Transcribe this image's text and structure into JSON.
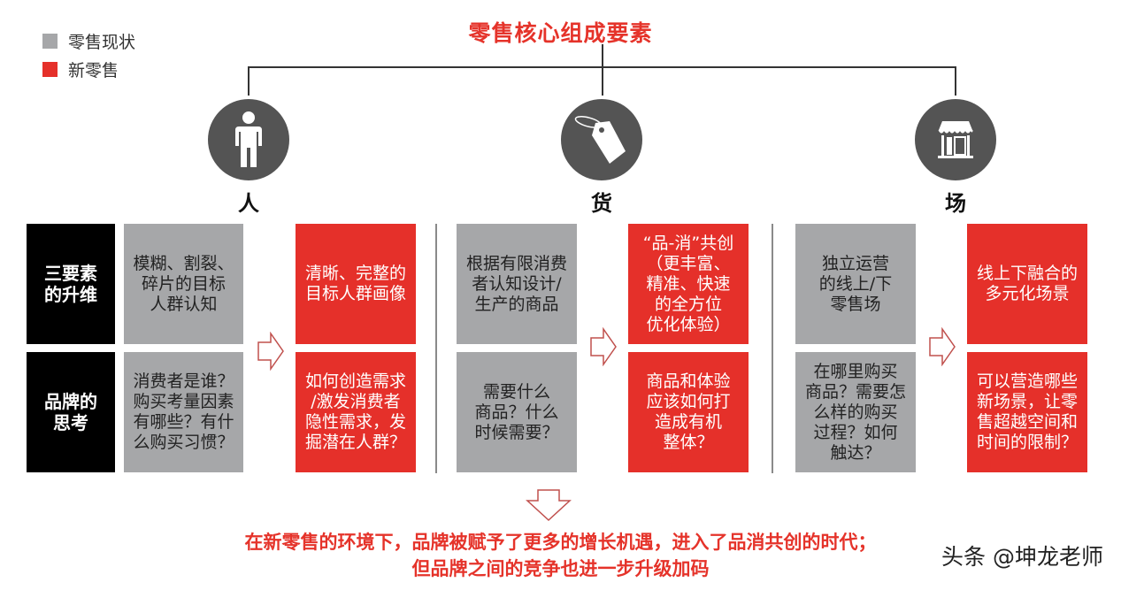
{
  "legend": {
    "items": [
      {
        "label": "零售现状",
        "color": "#a6a7a9"
      },
      {
        "label": "新零售",
        "color": "#e5302a"
      }
    ]
  },
  "title": "零售核心组成要素",
  "colors": {
    "accent_red": "#e5302a",
    "current_gray": "#a6a7a9",
    "row_header_black": "#000000",
    "icon_circle": "#545454"
  },
  "row_headers": [
    {
      "label": "三要素\n的升维"
    },
    {
      "label": "品牌的\n思考"
    }
  ],
  "pillars": [
    {
      "label": "人",
      "icon": "person-icon",
      "current": [
        "模糊、割裂、\n碎片的目标\n人群认知",
        "消费者是谁？\n购买考量因素\n有哪些？有什\n么购买习惯？"
      ],
      "new": [
        "清晰、完整的\n目标人群画像",
        "如何创造需求\n/激发消费者\n隐性需求，发\n掘潜在人群？"
      ]
    },
    {
      "label": "货",
      "icon": "price-tag-icon",
      "current": [
        "根据有限消费\n者认知设计/\n生产的商品",
        "需要什么\n商品？什么\n时候需要？"
      ],
      "new": [
        "“品-消”共创\n（更丰富、\n精准、快速\n的全方位\n优化体验）",
        "商品和体验\n应该如何打\n造成有机\n整体？"
      ]
    },
    {
      "label": "场",
      "icon": "storefront-icon",
      "current": [
        "独立运营\n的线上/下\n零售场",
        "在哪里购买\n商品？需要怎\n么样的购买\n过程？如何\n触达？"
      ],
      "new": [
        "线上下融合的\n多元化场景",
        "可以营造哪些\n新场景，让零\n售超越空间和\n时间的限制？"
      ]
    }
  ],
  "conclusion": {
    "line1": "在新零售的环境下，品牌被赋予了更多的增长机遇，进入了品消共创的时代；",
    "line2": "但品牌之间的竞争也进一步升级加码"
  },
  "watermark": "头条 @坤龙老师"
}
